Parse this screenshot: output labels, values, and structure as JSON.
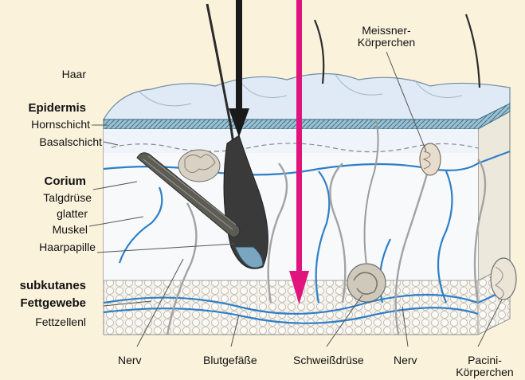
{
  "labels": {
    "left": {
      "haar": "Haar",
      "epidermis": "Epidermis",
      "hornschicht": "Hornschicht",
      "basalschicht": "Basalschicht",
      "corium": "Corium",
      "talgdruese": "Talgdrüse",
      "glatter": "glatter",
      "muskel": "Muskel",
      "haarpapille": "Haarpapille",
      "subkutanes": "subkutanes",
      "fettgewebe": "Fettgewebe",
      "fettzellen": "Fettzellenl"
    },
    "top": {
      "meissner_line1": "Meissner-",
      "meissner_line2": "Körperchen"
    },
    "bottom": {
      "nerv1": "Nerv",
      "blutgefaesse": "Blutgefäße",
      "schweissdruese": "Schweißdrüse",
      "nerv2": "Nerv",
      "pacini_line1": "Pacini-",
      "pacini_line2": "Körperchen"
    }
  },
  "colors": {
    "background": "#fbf2dc",
    "arrow_black": "#1a1a1a",
    "arrow_magenta": "#e0147d",
    "blood_vessel": "#2f7fc8",
    "nerve": "#9a9a9a",
    "epidermis_band": "#7fb1c8",
    "surface": "#dde8f5"
  }
}
